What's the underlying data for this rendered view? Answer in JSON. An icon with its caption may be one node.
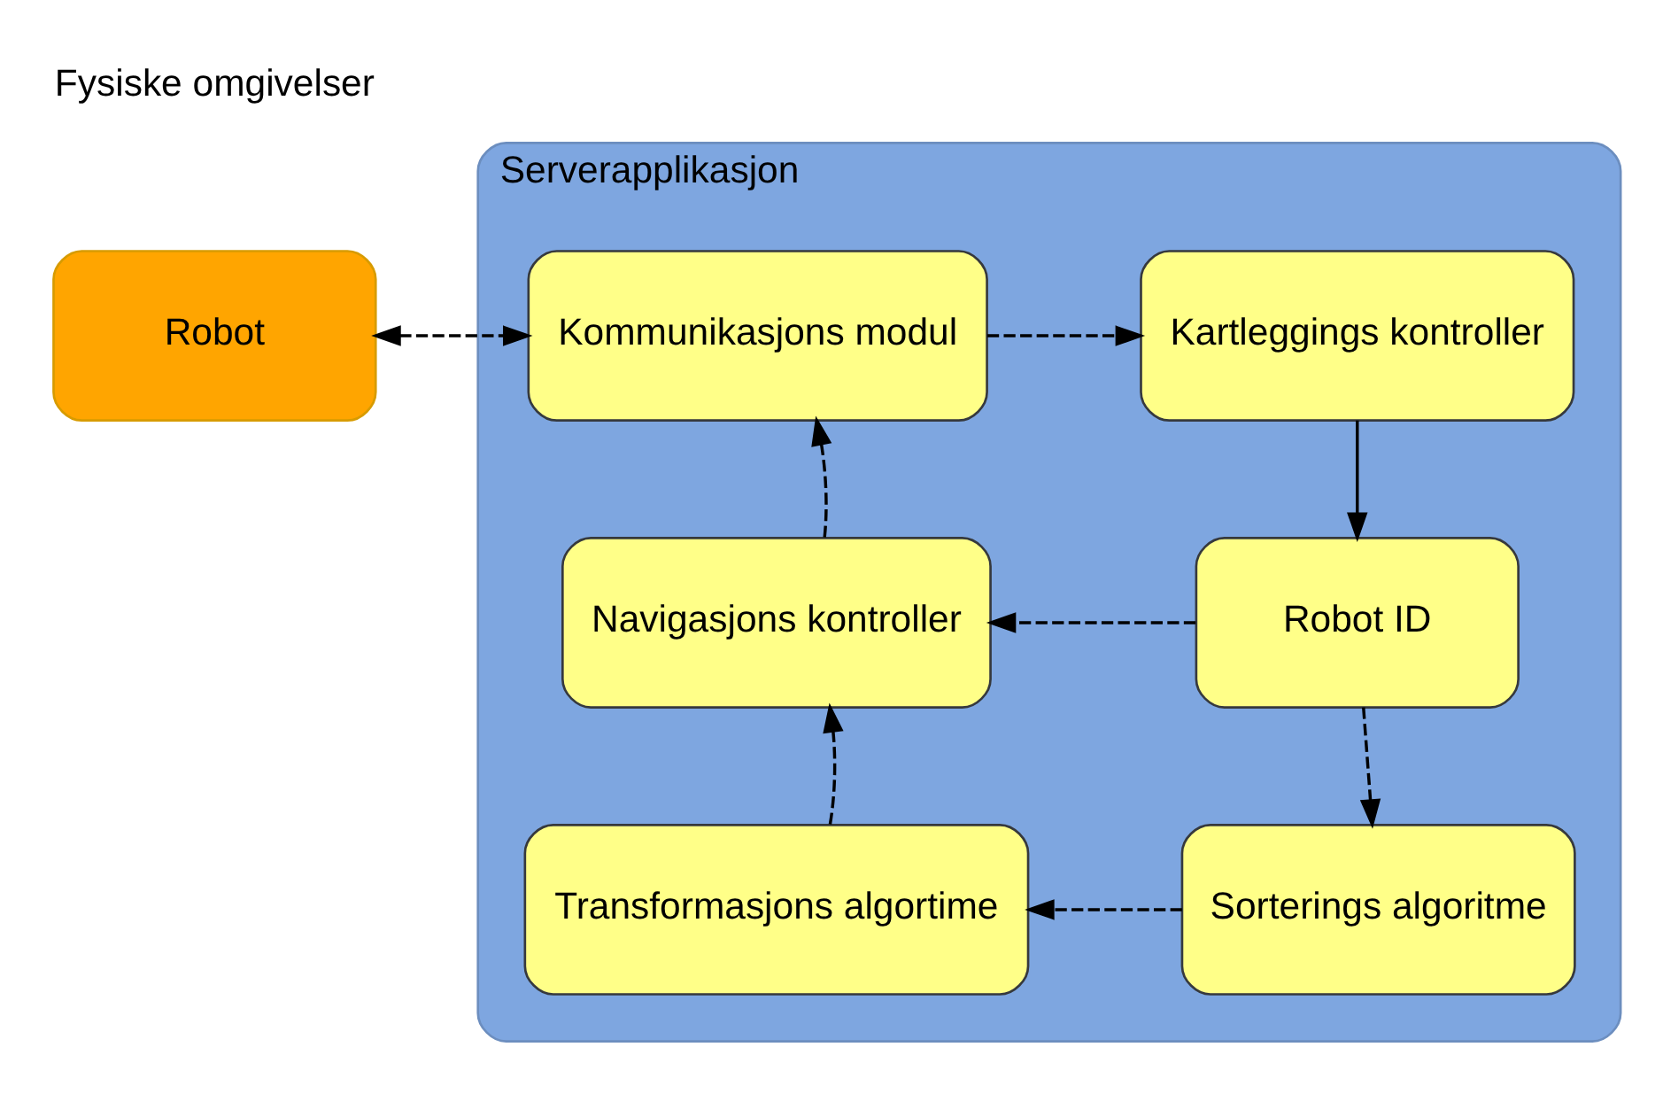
{
  "diagram": {
    "nodes": [
      {
        "text": [
          "Robot"
        ],
        "beside": [
          "Fysiske omgivelser"
        ]
      },
      {
        "text": [
          "Serverapplikasjon"
        ]
      },
      {
        "text": [
          "Kommunikasjons modul"
        ],
        "in": 1
      },
      {
        "text": [
          "Kartleggings kontroller"
        ],
        "in": 1
      },
      {
        "text": [
          "Navigasjons kontroller"
        ],
        "in": 1
      },
      {
        "text": [
          "Robot ID"
        ],
        "in": 1
      },
      {
        "text": [
          "Transformasjons algortime"
        ],
        "in": 1
      },
      {
        "text": [
          "Sorterings algoritme"
        ],
        "in": 1
      }
    ],
    "edges": [
      {
        "from": 0,
        "to": 2,
        "arrow": "both",
        "style": "dashed"
      },
      {
        "from": 2,
        "to": 3,
        "arrow": "to",
        "style": "dashed"
      },
      {
        "from": 3,
        "to": 5,
        "arrow": "to"
      },
      {
        "from": 5,
        "to": 4,
        "arrow": "to",
        "style": "dashed"
      },
      {
        "from": 4,
        "to": 2,
        "arrow": "to",
        "style": "dashed"
      },
      {
        "from": 5,
        "to": 7,
        "arrow": "to",
        "style": "dashed"
      },
      {
        "from": 7,
        "to": 6,
        "arrow": "to",
        "style": "dashed"
      },
      {
        "from": 6,
        "to": 4,
        "arrow": "to",
        "style": "dashed"
      }
    ]
  }
}
